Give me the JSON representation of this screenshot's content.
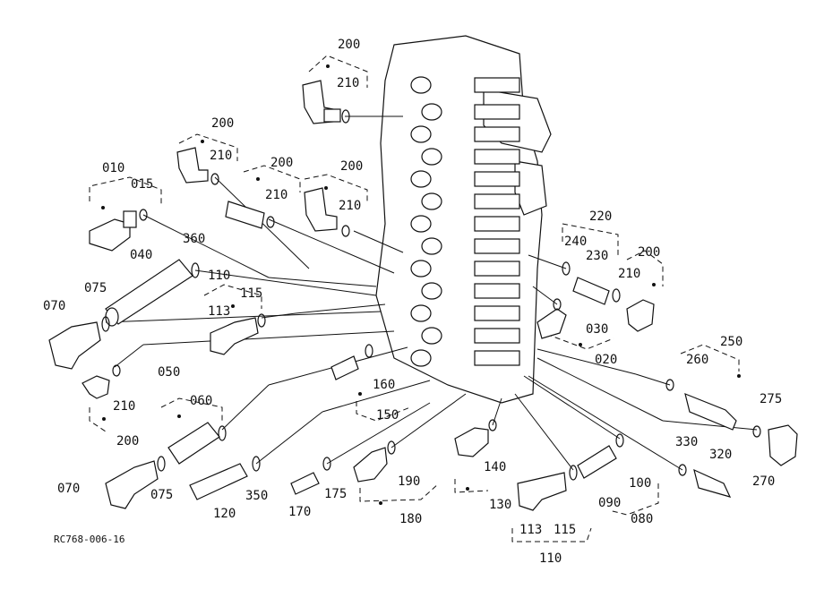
{
  "drawing_code": "RC768-006-16",
  "callouts": [
    {
      "id": "c-200-top",
      "text": "200"
    },
    {
      "id": "c-210-top",
      "text": "210"
    },
    {
      "id": "c-200-l1",
      "text": "200"
    },
    {
      "id": "c-210-l1",
      "text": "210"
    },
    {
      "id": "c-200-l2",
      "text": "200"
    },
    {
      "id": "c-210-l2",
      "text": "210"
    },
    {
      "id": "c-200-l3",
      "text": "200"
    },
    {
      "id": "c-210-l3",
      "text": "210"
    },
    {
      "id": "c-010",
      "text": "010"
    },
    {
      "id": "c-015",
      "text": "015"
    },
    {
      "id": "c-040",
      "text": "040"
    },
    {
      "id": "c-360",
      "text": "360"
    },
    {
      "id": "c-110-mid",
      "text": "110"
    },
    {
      "id": "c-115-mid",
      "text": "115"
    },
    {
      "id": "c-113-mid",
      "text": "113"
    },
    {
      "id": "c-070-top",
      "text": "070"
    },
    {
      "id": "c-075-top",
      "text": "075"
    },
    {
      "id": "c-210-low",
      "text": "210"
    },
    {
      "id": "c-200-low",
      "text": "200"
    },
    {
      "id": "c-050",
      "text": "050"
    },
    {
      "id": "c-060",
      "text": "060"
    },
    {
      "id": "c-070-bot",
      "text": "070"
    },
    {
      "id": "c-075-bot",
      "text": "075"
    },
    {
      "id": "c-120",
      "text": "120"
    },
    {
      "id": "c-350",
      "text": "350"
    },
    {
      "id": "c-170",
      "text": "170"
    },
    {
      "id": "c-175",
      "text": "175"
    },
    {
      "id": "c-160",
      "text": "160"
    },
    {
      "id": "c-150",
      "text": "150"
    },
    {
      "id": "c-190",
      "text": "190"
    },
    {
      "id": "c-180",
      "text": "180"
    },
    {
      "id": "c-140",
      "text": "140"
    },
    {
      "id": "c-130",
      "text": "130"
    },
    {
      "id": "c-113-bot",
      "text": "113"
    },
    {
      "id": "c-115-bot",
      "text": "115"
    },
    {
      "id": "c-110-bot",
      "text": "110"
    },
    {
      "id": "c-090",
      "text": "090"
    },
    {
      "id": "c-100",
      "text": "100"
    },
    {
      "id": "c-080",
      "text": "080"
    },
    {
      "id": "c-220",
      "text": "220"
    },
    {
      "id": "c-240",
      "text": "240"
    },
    {
      "id": "c-230",
      "text": "230"
    },
    {
      "id": "c-200-r",
      "text": "200"
    },
    {
      "id": "c-210-r",
      "text": "210"
    },
    {
      "id": "c-030",
      "text": "030"
    },
    {
      "id": "c-020",
      "text": "020"
    },
    {
      "id": "c-250",
      "text": "250"
    },
    {
      "id": "c-260",
      "text": "260"
    },
    {
      "id": "c-275",
      "text": "275"
    },
    {
      "id": "c-270",
      "text": "270"
    },
    {
      "id": "c-330",
      "text": "330"
    },
    {
      "id": "c-320",
      "text": "320"
    }
  ]
}
